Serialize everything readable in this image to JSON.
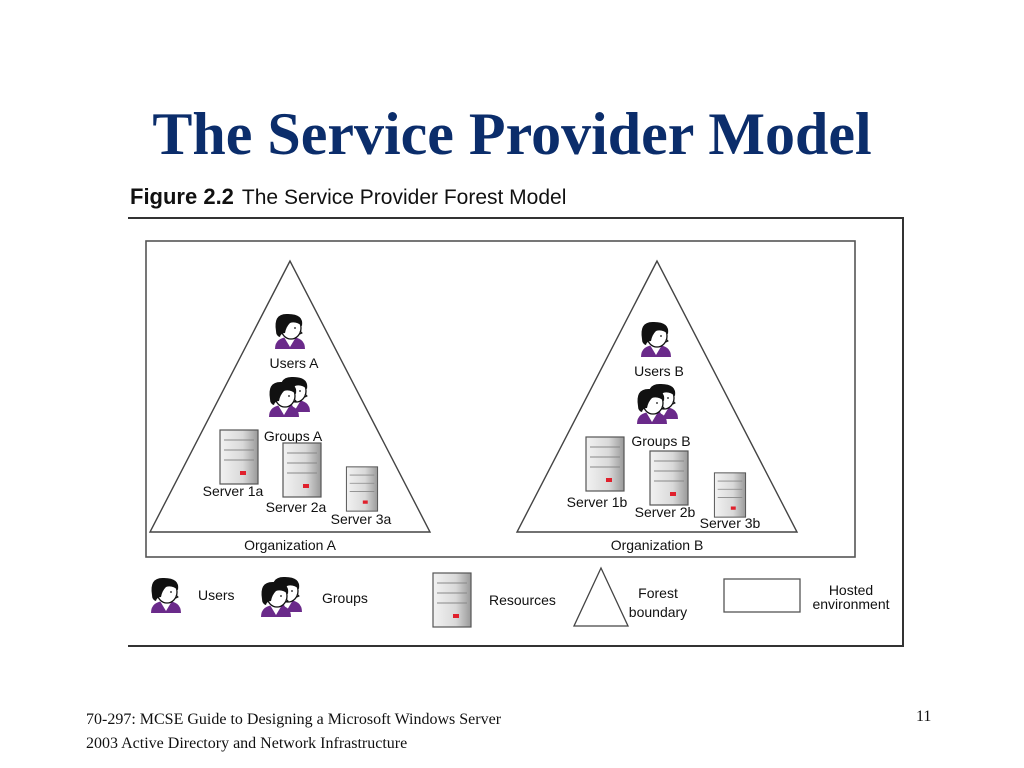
{
  "slide": {
    "title": "The Service Provider Model",
    "figure_number": "Figure 2.2",
    "figure_title": "The Service Provider Forest Model",
    "footer_line1": "70-297: MCSE Guide to Designing a Microsoft Windows Server",
    "footer_line2": "2003 Active Directory and Network Infrastructure",
    "page_number": "11"
  },
  "diagram": {
    "org_a": {
      "label": "Organization A",
      "users": "Users A",
      "groups": "Groups A",
      "servers": [
        "Server 1a",
        "Server 2a",
        "Server 3a"
      ]
    },
    "org_b": {
      "label": "Organization B",
      "users": "Users B",
      "groups": "Groups B",
      "servers": [
        "Server 1b",
        "Server 2b",
        "Server 3b"
      ]
    },
    "legend": {
      "users": "Users",
      "groups": "Groups",
      "resources": "Resources",
      "forest_line1": "Forest",
      "forest_line2": "boundary",
      "hosted_line1": "Hosted",
      "hosted_line2": "environment"
    }
  },
  "colors": {
    "title": "#0b2d6b",
    "server_light": "#e6e6e6",
    "server_dark": "#a8a8a8",
    "server_led": "#e0202c",
    "person_shirt": "#6a2a8a"
  }
}
